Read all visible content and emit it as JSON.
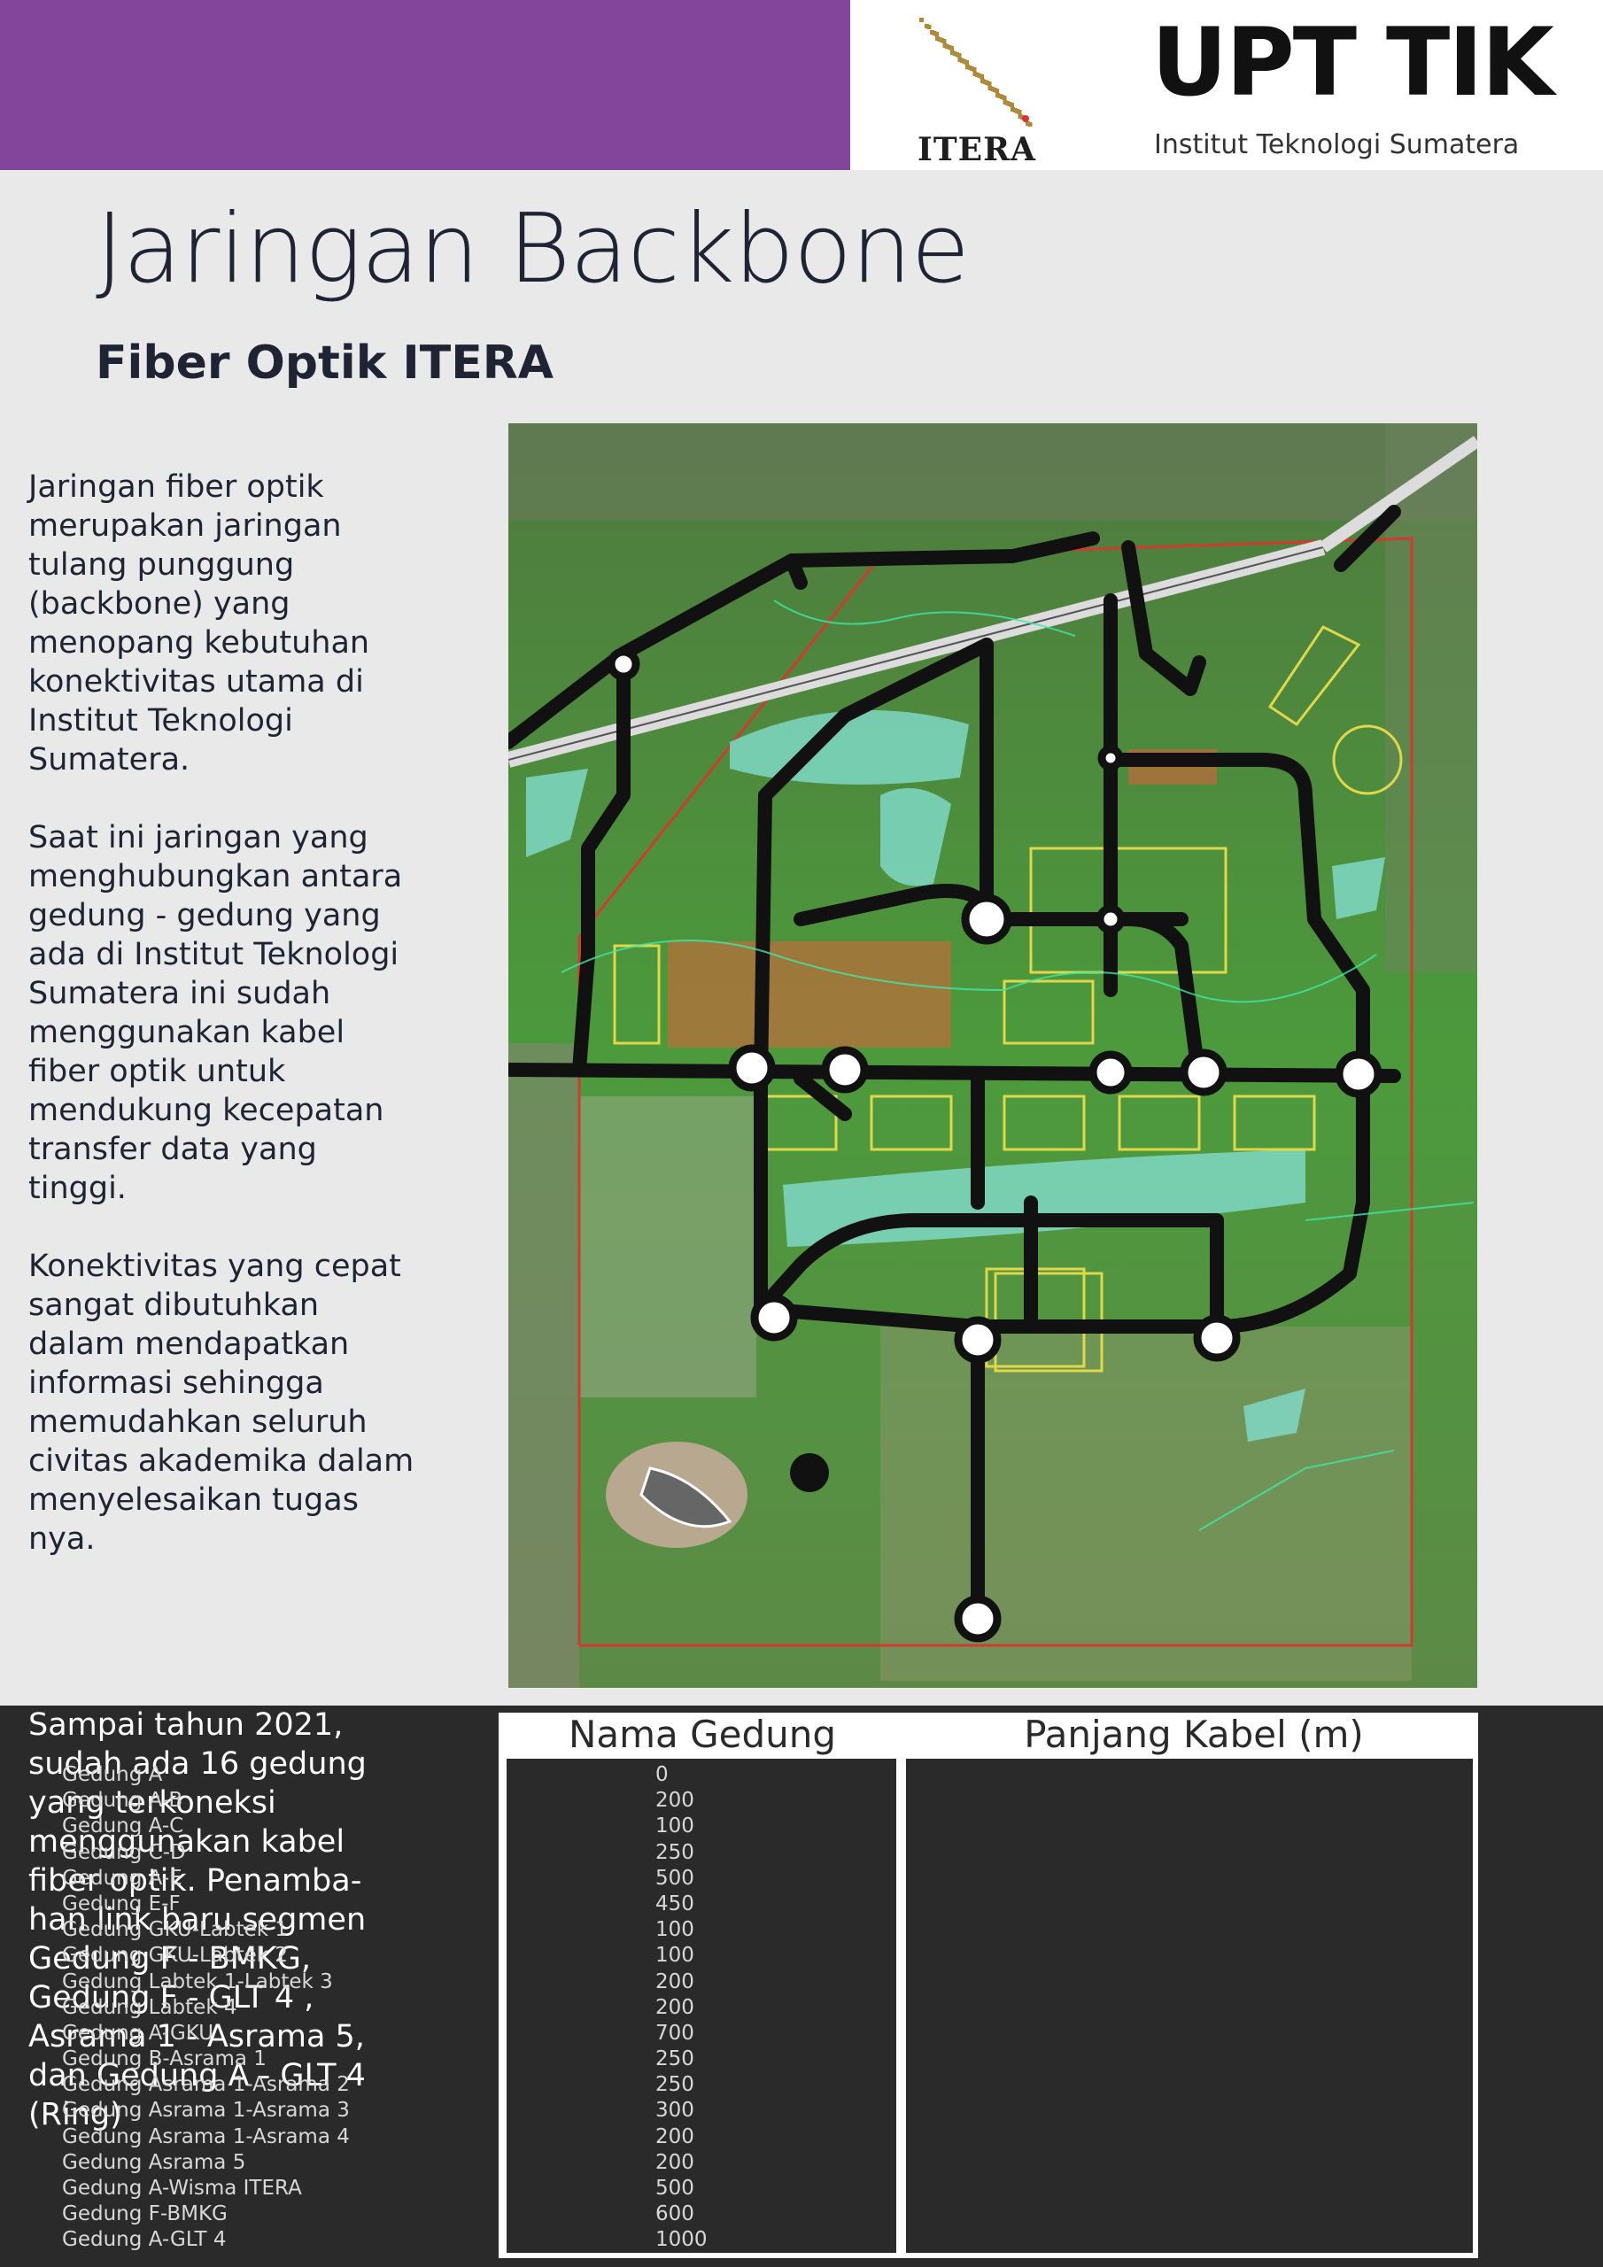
{
  "header": {
    "logo_text": "ITERA",
    "org_name": "UPT TIK",
    "org_subtitle": "Institut Teknologi Sumatera"
  },
  "title": "Jaringan Backbone",
  "subtitle": "Fiber Optik ITERA",
  "paragraphs": [
    "Jaringan fiber optik merupakan jaringan tulang punggung (backbone) yang menopang kebutuhan konektivitas utama di Institut Teknologi Sumatera.",
    "Saat ini jaringan yang menghubungkan antara gedung - gedung  yang ada di Institut Teknologi Sumatera ini sudah menggunakan kabel fiber optik untuk mendukung kecepatan transfer data yang tinggi.",
    "Konektivitas yang cepat sangat dibutuhkan dalam mendapatkan informasi sehingga memudahkan seluruh civitas akademika dalam menyelesaikan tugas nya."
  ],
  "summary": "Sampai tahun 2021, sudah ada 16 gedung yang terkoneksi menggunakan kabel fiber optik. Penamba-han link baru segmen Gedung F - BMKG, Gedung F - GLT 4 , Asrama 1 - Asrama 5, dan Gedung A - GLT 4 (Ring)",
  "table": {
    "col_building": "Nama Gedung",
    "col_length": "Panjang Kabel (m)",
    "rows": [
      {
        "name": "Gedung A",
        "length": "0"
      },
      {
        "name": "Gedung A-B",
        "length": "200"
      },
      {
        "name": "Gedung A-C",
        "length": "100"
      },
      {
        "name": "Gedung C-D",
        "length": "250"
      },
      {
        "name": "Gedung A-E",
        "length": "500"
      },
      {
        "name": "Gedung E-F",
        "length": "450"
      },
      {
        "name": "Gedung GKU-Labtek 1",
        "length": "100"
      },
      {
        "name": "Gedung GKU-Labtek 2",
        "length": "100"
      },
      {
        "name": "Gedung Labtek 1-Labtek 3",
        "length": "200"
      },
      {
        "name": "Gedung Labtek 4",
        "length": "200"
      },
      {
        "name": "Gedung A-GKU",
        "length": "700"
      },
      {
        "name": "Gedung B-Asrama 1",
        "length": "250"
      },
      {
        "name": "Gedung Asrama 1-Asrama 2",
        "length": "250"
      },
      {
        "name": "Gedung Asrama 1-Asrama 3",
        "length": "300"
      },
      {
        "name": "Gedung Asrama 1-Asrama 4",
        "length": "200"
      },
      {
        "name": "Gedung Asrama 5",
        "length": "200"
      },
      {
        "name": "Gedung A-Wisma ITERA",
        "length": "500"
      },
      {
        "name": "Gedung F-BMKG",
        "length": "600"
      },
      {
        "name": "Gedung A-GLT 4",
        "length": "1000"
      }
    ]
  },
  "colors": {
    "header_purple": "#83449b",
    "dark_band": "#2a2a2b",
    "page_bg": "#e9e9e9",
    "cable": "#111111",
    "area_teal": "#7fd8c4",
    "building_yellow": "#e0d84a",
    "highlight_red": "#e0603a"
  }
}
